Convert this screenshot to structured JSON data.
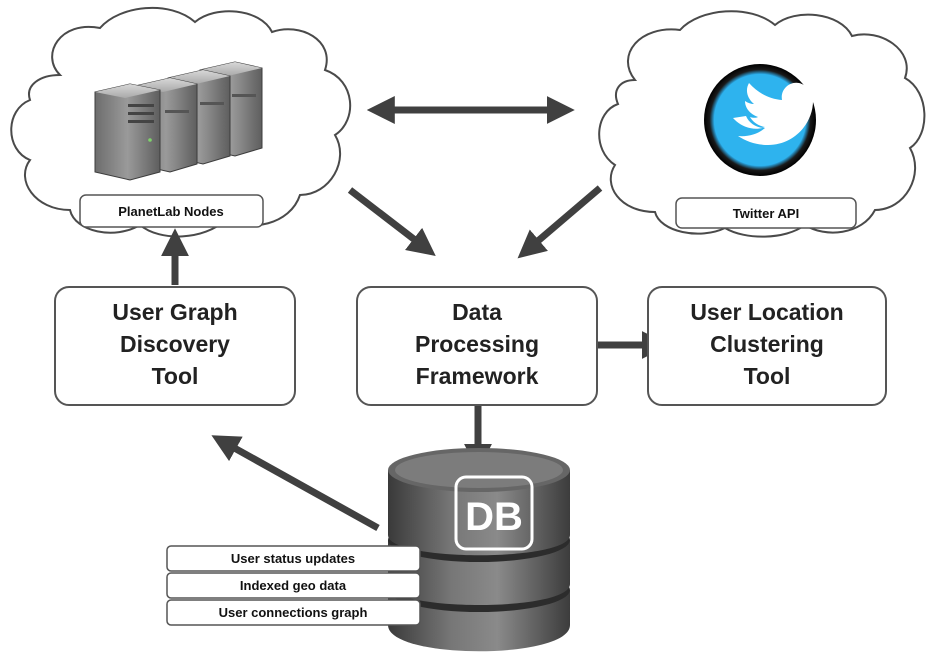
{
  "clouds": {
    "planetlab": {
      "label": "PlanetLab Nodes"
    },
    "twitter": {
      "label": "Twitter API"
    }
  },
  "boxes": {
    "graph_tool": {
      "lines": [
        "User Graph",
        "Discovery",
        "Tool"
      ]
    },
    "framework": {
      "lines": [
        "Data",
        "Processing",
        "Framework"
      ]
    },
    "cluster_tool": {
      "lines": [
        "User Location",
        "Clustering",
        "Tool"
      ]
    }
  },
  "database": {
    "badge": "DB",
    "layers": [
      "User status updates",
      "Indexed geo data",
      "User connections graph"
    ]
  },
  "icons": {
    "servers": "server-rack-icon",
    "twitter": "twitter-bird-icon",
    "database": "database-cylinder-icon"
  },
  "colors": {
    "arrow": "#404040",
    "box_border": "#555555",
    "cloud_border": "#4a4a4a",
    "twitter_blue": "#1da1f2",
    "db_body": "#5a5a5a"
  }
}
